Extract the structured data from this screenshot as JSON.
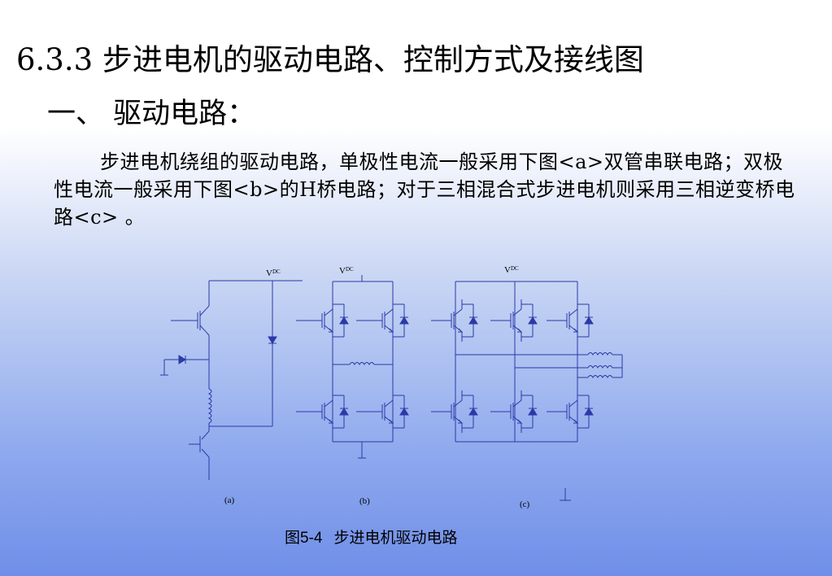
{
  "slide": {
    "heading": "6.3.3 步进电机的驱动电路、控制方式及接线图",
    "subheading": "一、 驱动电路：",
    "paragraph": "步进电机绕组的驱动电路，单极性电流一般采用下图<a>双管串联电路；双极性电流一般采用下图<b>的H桥电路；对于三相混合式步进电机则采用三相逆变桥电路<c> 。",
    "figure": {
      "vdc_label_a": "V",
      "vdc_sub_a": "DC",
      "vdc_label_b": "V",
      "vdc_sub_b": "DC",
      "vdc_label_c": "V",
      "vdc_sub_c": "DC",
      "label_a": "(a)",
      "label_b": "(b)",
      "label_c": "(c)",
      "caption_number": "图5-4",
      "caption_text": "步进电机驱动电路",
      "line_color": "#2b3aa8"
    }
  }
}
